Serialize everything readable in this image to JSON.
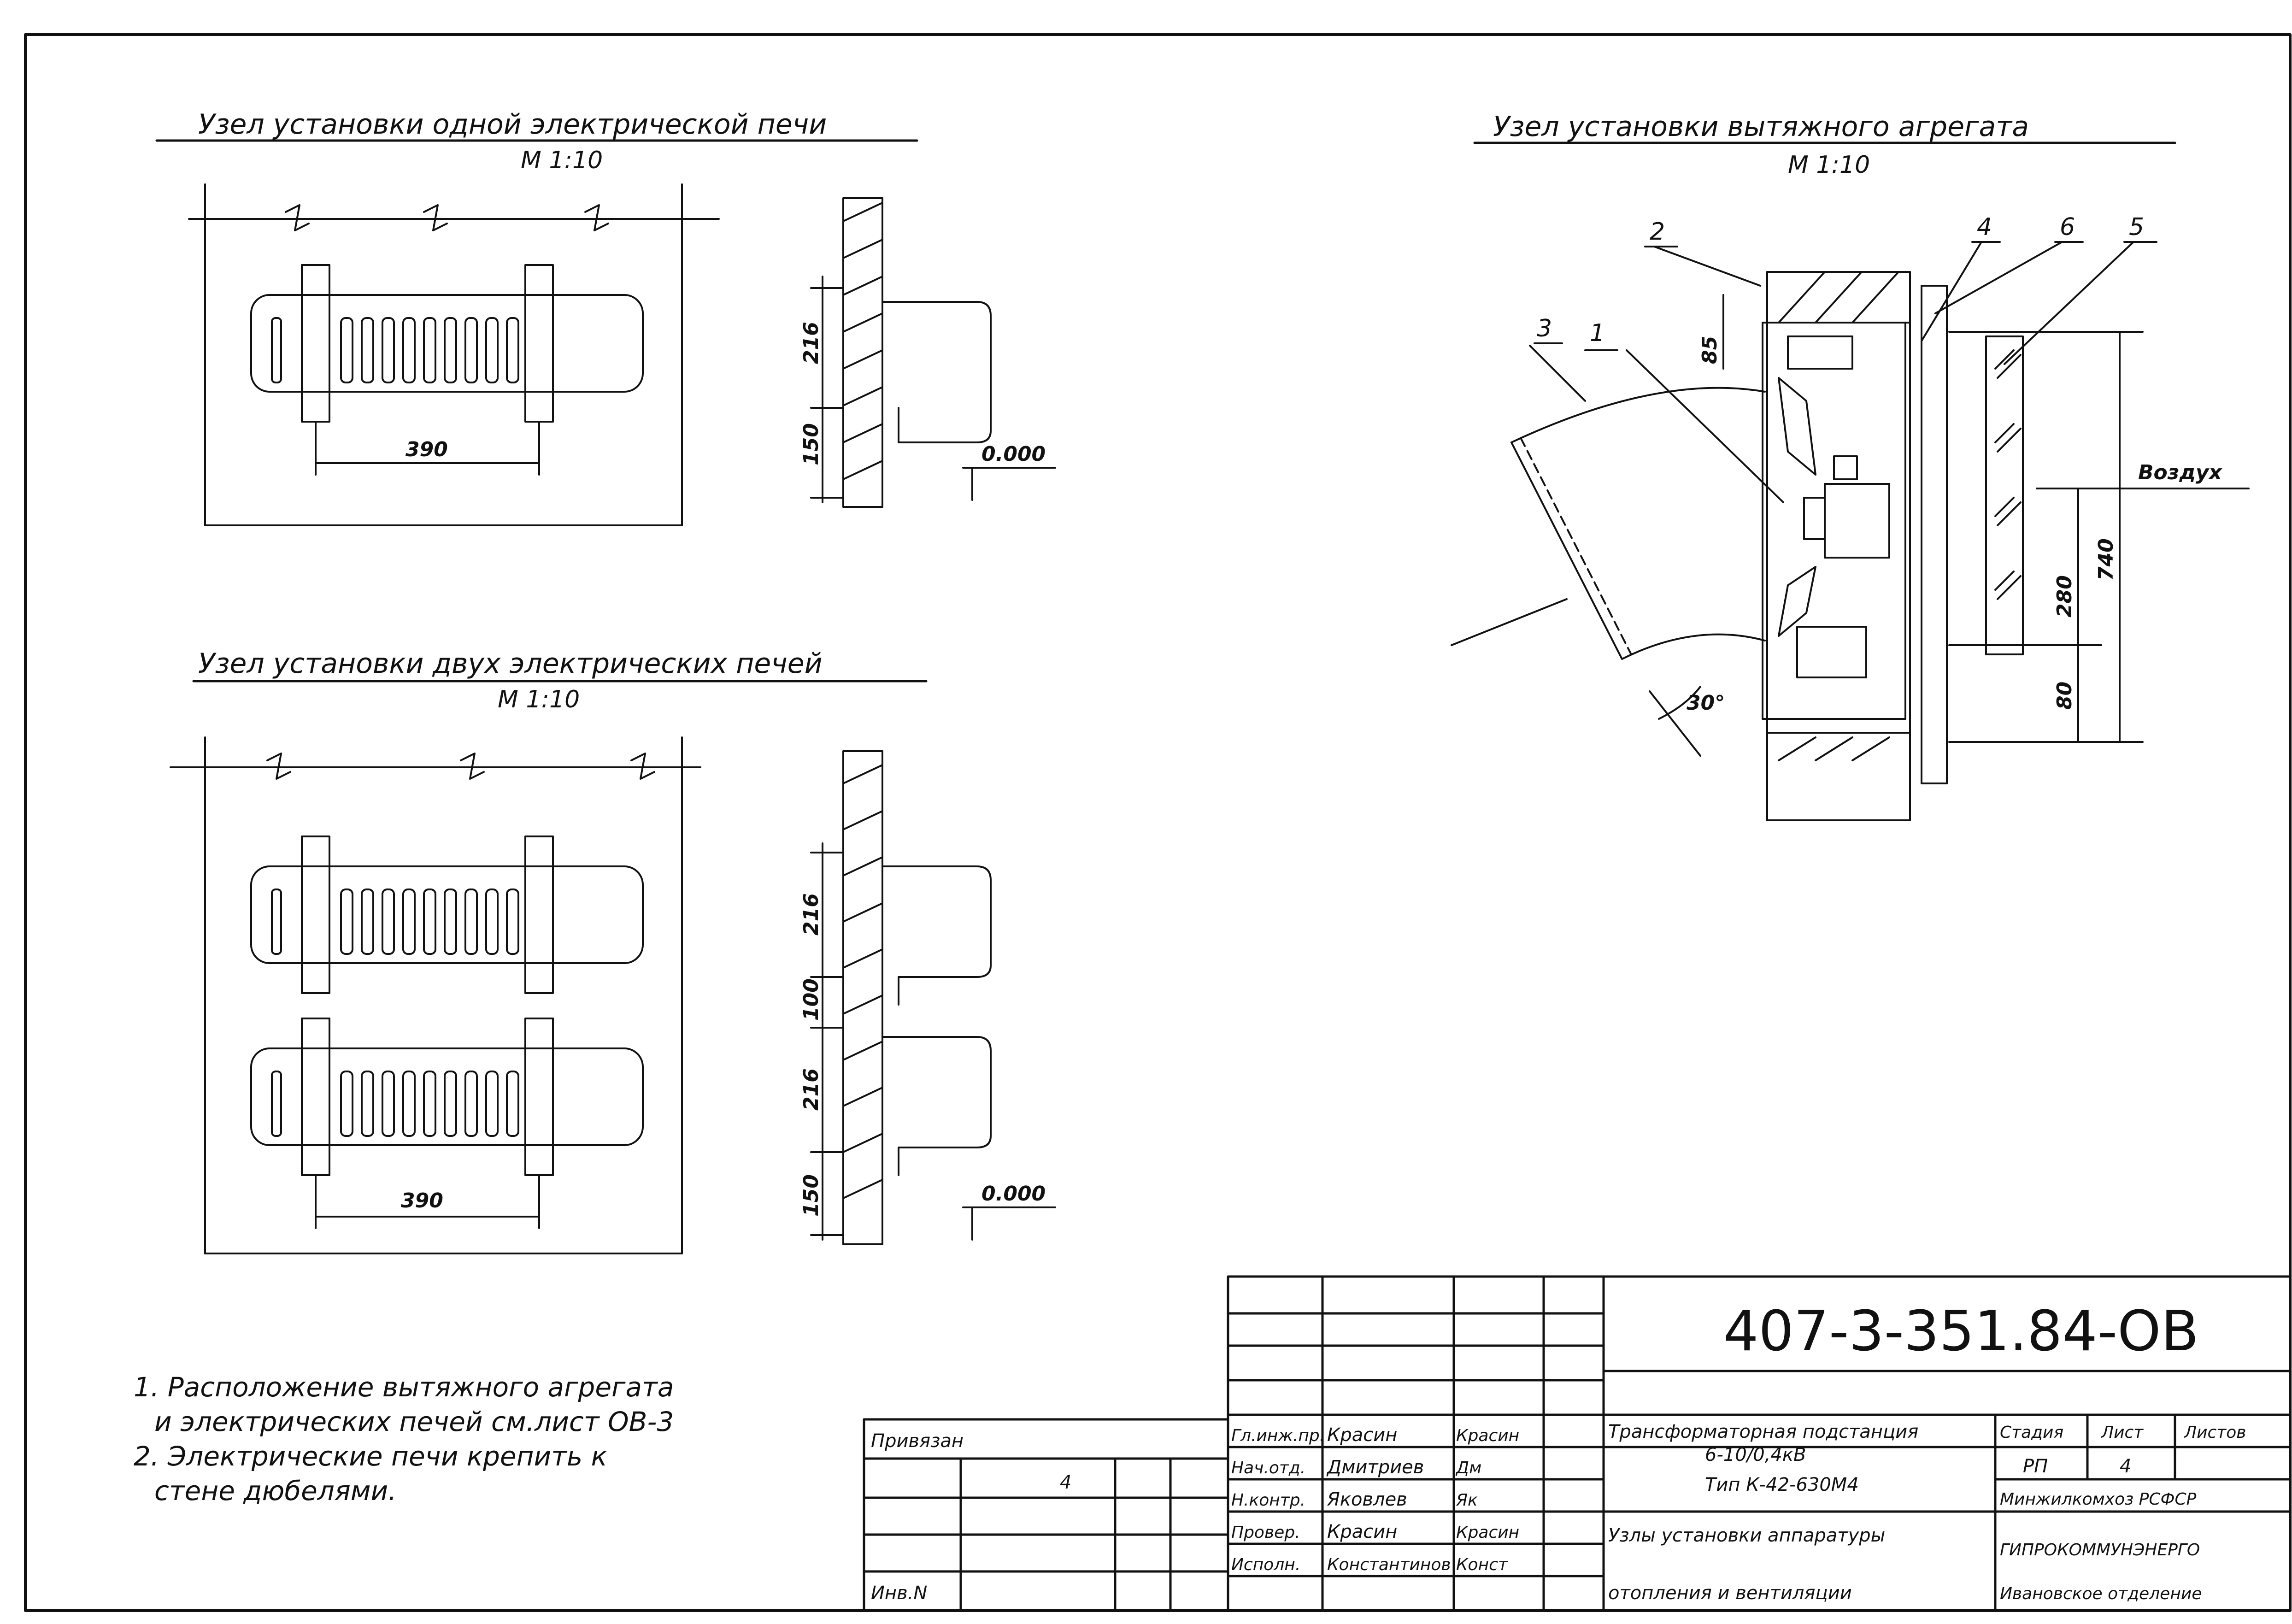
{
  "views": {
    "one_heater": {
      "title": "Узел установки одной электрической печи",
      "scale": "М 1:10",
      "dims": {
        "width": "390",
        "height_upper": "216",
        "height_lower": "150",
        "level": "0.000"
      }
    },
    "two_heaters": {
      "title": "Узел установки двух электрических печей",
      "scale": "М 1:10",
      "dims": {
        "width": "390",
        "h1": "216",
        "h2": "100",
        "h3": "216",
        "h4": "150",
        "level": "0.000"
      }
    },
    "exhaust_unit": {
      "title": "Узел установки вытяжного агрегата",
      "scale": "М 1:10",
      "callouts": [
        "1",
        "2",
        "3",
        "4",
        "5",
        "6"
      ],
      "dims": {
        "d85": "85",
        "d280": "280",
        "d740": "740",
        "d80": "80",
        "angle": "30°"
      },
      "air_label": "Воздух"
    }
  },
  "notes": [
    "1. Расположение вытяжного агрегата",
    "и электрических печей см.лист ОВ-3",
    "2. Электрические печи крепить к",
    "стене дюбелями."
  ],
  "title_block": {
    "doc_code": "407-3-351.84-ОВ",
    "tied_label": "Привязан",
    "inv_label": "Инв.N",
    "small_mark": "4",
    "roles": [
      {
        "role": "Гл.инж.пр.",
        "name": "Красин",
        "sign": "Красин"
      },
      {
        "role": "Нач.отд.",
        "name": "Дмитриев",
        "sign": "Дм"
      },
      {
        "role": "Н.контр.",
        "name": "Яковлев",
        "sign": "Як"
      },
      {
        "role": "Провер.",
        "name": "Красин",
        "sign": "Красин"
      },
      {
        "role": "Исполн.",
        "name": "Константинов",
        "sign": "Конст"
      }
    ],
    "project_line1": "Трансформаторная подстанция",
    "project_line2": "6-10/0,4кВ",
    "project_line3": "Тип К-42-630М4",
    "sheet_title_1": "Узлы установки аппаратуры",
    "sheet_title_2": "отопления и вентиляции",
    "stage_header": "Стадия",
    "sheet_header": "Лист",
    "sheets_header": "Листов",
    "stage_value": "РП",
    "sheet_value": "4",
    "org_line1": "Минжилкомхоз РСФСР",
    "org_line2": "ГИПРОКОММУНЭНЕРГО",
    "org_line3": "Ивановское отделение"
  }
}
